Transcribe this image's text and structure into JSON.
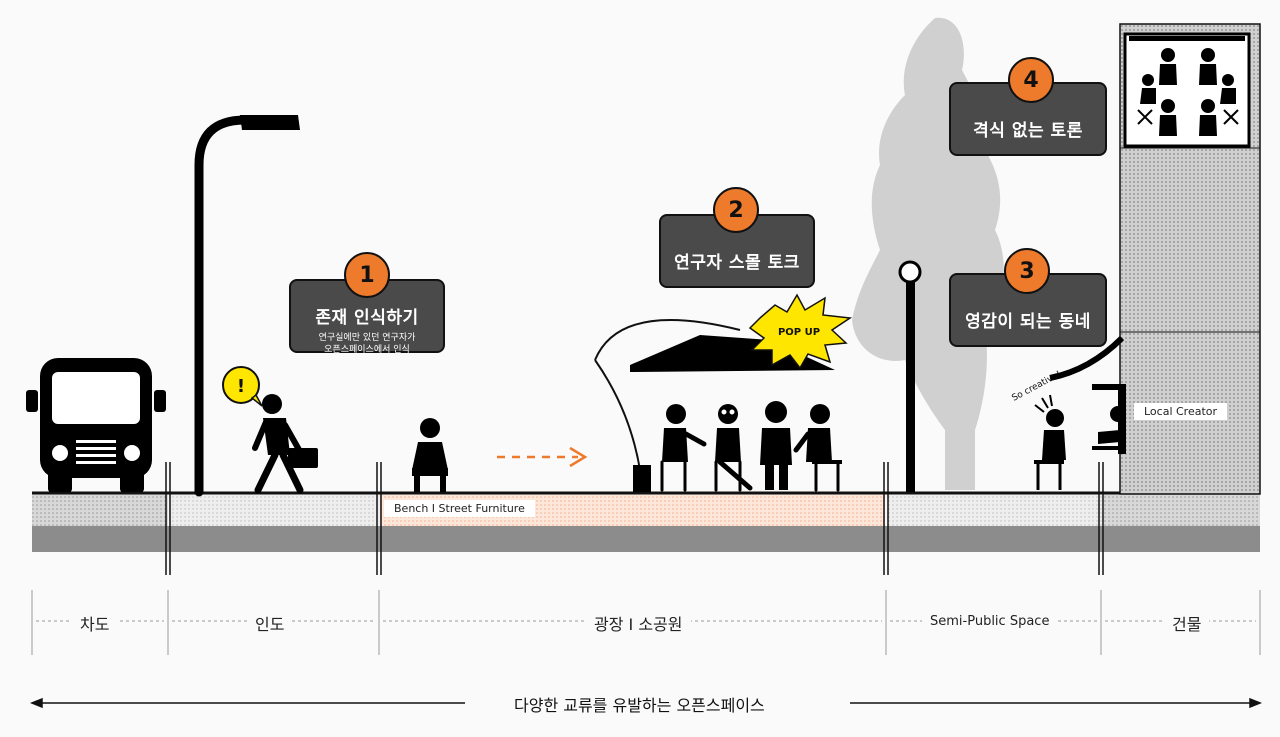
{
  "callouts": [
    {
      "number": "1",
      "title": "존재 인식하기",
      "sub1": "연구실에만 있던 연구자가",
      "sub2": "오픈스페이스에서 인식"
    },
    {
      "number": "2",
      "title": "연구자 스몰 토크"
    },
    {
      "number": "3",
      "title": "영감이 되는 동네"
    },
    {
      "number": "4",
      "title": "격식 없는 토론"
    }
  ],
  "popup_text": "POP UP",
  "exclamation": "!",
  "so_creative": "So creative!",
  "tags": {
    "bench": "Bench I Street Furniture",
    "local_creator": "Local Creator"
  },
  "zones": [
    "차도",
    "인도",
    "광장 I 소공원",
    "Semi-Public Space",
    "건물"
  ],
  "bottom_label": "다양한 교류를 유발하는 오픈스페이스",
  "colors": {
    "accent": "#ee7a2b",
    "callout_bg": "#4a4a4a",
    "popup_yellow": "#ffe600",
    "tree": "#d0d0d0"
  }
}
